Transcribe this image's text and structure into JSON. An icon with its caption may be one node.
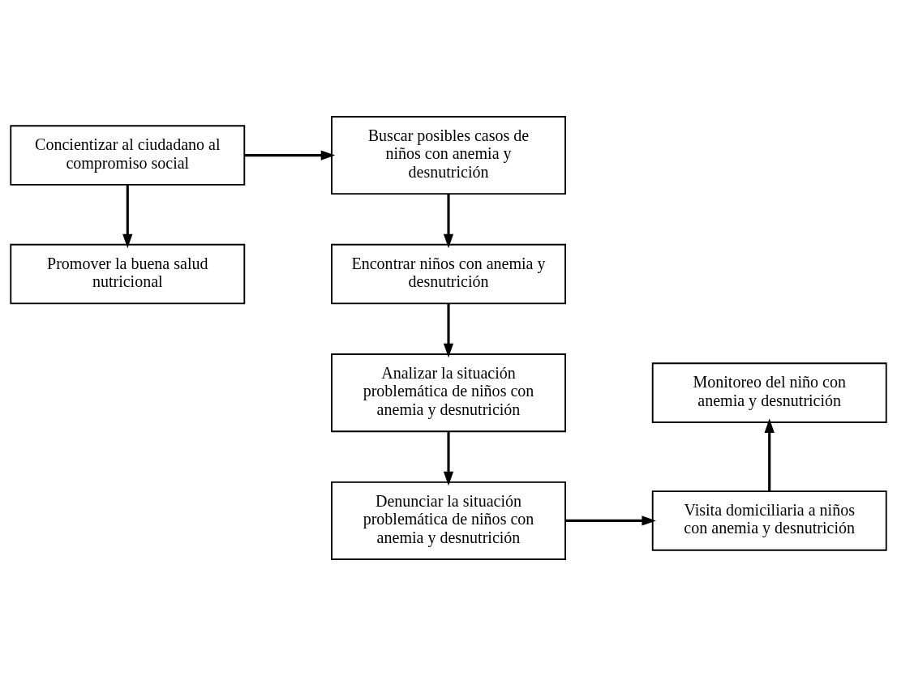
{
  "diagram": {
    "nodes": [
      {
        "text": [
          "Concientizar al ciudadano al compromiso social"
        ]
      },
      {
        "text": [
          "Buscar posibles casos de niños con anemia y desnutrición"
        ]
      },
      {
        "text": [
          "Promover la buena salud nutricional"
        ]
      },
      {
        "text": [
          "Encontrar niños con anemia y desnutrición"
        ]
      },
      {
        "text": [
          "Monitoreo del niño con anemia y desnutrición"
        ]
      },
      {
        "text": [
          "Analizar la situación problemática de niños con anemia y desnutrición"
        ]
      },
      {
        "text": [
          "Visita domiciliaria a niños con anemia y desnutrición"
        ]
      },
      {
        "text": [
          "Denunciar la situación problemática de niños con anemia y desnutrición"
        ]
      }
    ],
    "edges": [
      {
        "from": 0,
        "to": 1,
        "arrow": "to"
      },
      {
        "from": 0,
        "to": 2,
        "arrow": "to"
      },
      {
        "from": 1,
        "to": 3,
        "arrow": "to"
      },
      {
        "from": 3,
        "to": 5,
        "arrow": "to"
      },
      {
        "from": 5,
        "to": 7,
        "arrow": "to"
      },
      {
        "from": 7,
        "to": 6,
        "arrow": "to"
      },
      {
        "from": 6,
        "to": 4,
        "arrow": "to"
      }
    ]
  }
}
